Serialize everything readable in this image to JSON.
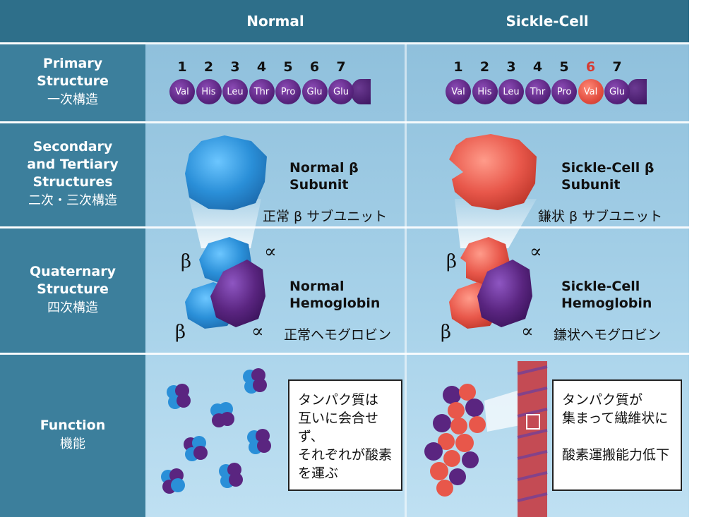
{
  "header": {
    "normal": "Normal",
    "sickle": "Sickle-Cell"
  },
  "rows": [
    {
      "en": "Primary\nStructure",
      "jp": "一次構造"
    },
    {
      "en": "Secondary\nand Tertiary\nStructures",
      "jp": "二次・三次構造"
    },
    {
      "en": "Quaternary\nStructure",
      "jp": "四次構造"
    },
    {
      "en": "Function",
      "jp": "機能"
    }
  ],
  "primary": {
    "numbers": [
      "1",
      "2",
      "3",
      "4",
      "5",
      "6",
      "7"
    ],
    "normal_seq": [
      "Val",
      "His",
      "Leu",
      "Thr",
      "Pro",
      "Glu",
      "Glu"
    ],
    "sickle_seq": [
      "Val",
      "His",
      "Leu",
      "Thr",
      "Pro",
      "Val",
      "Glu"
    ],
    "mutated_index": 5
  },
  "secondary": {
    "normal_label_l1": "Normal β",
    "normal_label_l2": "Subunit",
    "normal_jp": "正常 β サブユニット",
    "sickle_label_l1": "Sickle-Cell β",
    "sickle_label_l2": "Subunit",
    "sickle_jp": "鎌状 β サブユニット"
  },
  "quaternary": {
    "beta": "β",
    "alpha": "∝",
    "normal_l1": "Normal",
    "normal_l2": "Hemoglobin",
    "normal_jp": "正常ヘモグロビン",
    "sickle_l1": "Sickle-Cell",
    "sickle_l2": "Hemoglobin",
    "sickle_jp": "鎌状ヘモグロビン"
  },
  "function": {
    "normal_box": "タンパク質は\n互いに会合せず、\nそれぞれが酸素\nを運ぶ",
    "sickle_box": "タンパク質が\n集まって繊維状に\n\n酸素運搬能力低下"
  },
  "colors": {
    "header": "#2e6f8a",
    "label": "#3c7f9c",
    "purple": "#5a2580",
    "red": "#e24d3f",
    "blue": "#2a8fd8"
  }
}
